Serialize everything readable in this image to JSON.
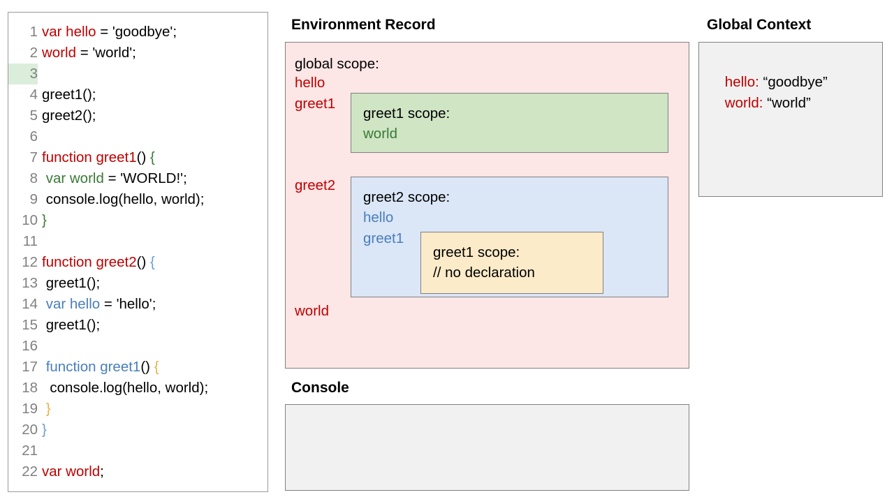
{
  "editor": {
    "lines": [
      {
        "num": "1",
        "highlight": false,
        "indent": 0,
        "tokens": [
          {
            "t": "var hello",
            "c": "red"
          },
          {
            "t": " = 'goodbye';",
            "c": "black"
          }
        ]
      },
      {
        "num": "2",
        "highlight": false,
        "indent": 0,
        "tokens": [
          {
            "t": "world",
            "c": "red"
          },
          {
            "t": " = 'world';",
            "c": "black"
          }
        ]
      },
      {
        "num": "3",
        "highlight": true,
        "indent": 0,
        "tokens": []
      },
      {
        "num": "4",
        "highlight": false,
        "indent": 0,
        "tokens": [
          {
            "t": "greet1();",
            "c": "black"
          }
        ]
      },
      {
        "num": "5",
        "highlight": false,
        "indent": 0,
        "tokens": [
          {
            "t": "greet2();",
            "c": "black"
          }
        ]
      },
      {
        "num": "6",
        "highlight": false,
        "indent": 0,
        "tokens": []
      },
      {
        "num": "7",
        "highlight": false,
        "indent": 0,
        "tokens": [
          {
            "t": "function greet1",
            "c": "red"
          },
          {
            "t": "() ",
            "c": "black"
          },
          {
            "t": "{",
            "c": "brace-green"
          }
        ]
      },
      {
        "num": "8",
        "highlight": false,
        "indent": 1,
        "tokens": [
          {
            "t": "var world",
            "c": "green"
          },
          {
            "t": " = 'WORLD!';",
            "c": "black"
          }
        ]
      },
      {
        "num": "9",
        "highlight": false,
        "indent": 1,
        "tokens": [
          {
            "t": "console.log(hello, world);",
            "c": "black"
          }
        ]
      },
      {
        "num": "10",
        "highlight": false,
        "indent": 0,
        "tokens": [
          {
            "t": "}",
            "c": "brace-green"
          }
        ]
      },
      {
        "num": "11",
        "highlight": false,
        "indent": 0,
        "tokens": []
      },
      {
        "num": "12",
        "highlight": false,
        "indent": 0,
        "tokens": [
          {
            "t": "function greet2",
            "c": "red"
          },
          {
            "t": "() ",
            "c": "black"
          },
          {
            "t": "{",
            "c": "brace-blue"
          }
        ]
      },
      {
        "num": "13",
        "highlight": false,
        "indent": 1,
        "tokens": [
          {
            "t": "greet1();",
            "c": "black"
          }
        ]
      },
      {
        "num": "14",
        "highlight": false,
        "indent": 1,
        "tokens": [
          {
            "t": "var hello",
            "c": "blue"
          },
          {
            "t": " = 'hello';",
            "c": "black"
          }
        ]
      },
      {
        "num": "15",
        "highlight": false,
        "indent": 1,
        "tokens": [
          {
            "t": "greet1();",
            "c": "black"
          }
        ]
      },
      {
        "num": "16",
        "highlight": false,
        "indent": 0,
        "tokens": []
      },
      {
        "num": "17",
        "highlight": false,
        "indent": 1,
        "tokens": [
          {
            "t": "function greet1",
            "c": "blue"
          },
          {
            "t": "() ",
            "c": "black"
          },
          {
            "t": "{",
            "c": "brace-orange"
          }
        ]
      },
      {
        "num": "18",
        "highlight": false,
        "indent": 1,
        "tokens": [
          {
            "t": " console.log(hello, world);",
            "c": "black"
          }
        ]
      },
      {
        "num": "19",
        "highlight": false,
        "indent": 1,
        "tokens": [
          {
            "t": "}",
            "c": "brace-orange"
          }
        ]
      },
      {
        "num": "20",
        "highlight": false,
        "indent": 0,
        "tokens": [
          {
            "t": "}",
            "c": "brace-blue"
          }
        ]
      },
      {
        "num": "21",
        "highlight": false,
        "indent": 0,
        "tokens": []
      },
      {
        "num": "22",
        "highlight": false,
        "indent": 0,
        "tokens": [
          {
            "t": "var world",
            "c": "red"
          },
          {
            "t": ";",
            "c": "black"
          }
        ]
      }
    ],
    "highlight_color": "#dbeedb"
  },
  "environment_record": {
    "title": "Environment Record",
    "global_scope": {
      "label": "global scope:",
      "bindings_before": [
        "hello",
        "greet1"
      ],
      "binding_greet2": "greet2",
      "binding_world": "world",
      "background": "#fce6e6"
    },
    "greet1_scope": {
      "label": "greet1 scope:",
      "bindings": [
        "world"
      ],
      "background": "#cfe5c4"
    },
    "greet2_scope": {
      "label": "greet2 scope:",
      "bindings": [
        "hello",
        "greet1"
      ],
      "background": "#dbe6f7"
    },
    "greet1_inner_scope": {
      "label": "greet1 scope:",
      "note": "// no declaration",
      "background": "#fcebc9"
    }
  },
  "console": {
    "title": "Console",
    "lines": [],
    "background": "#f1f1f1"
  },
  "global_context": {
    "title": "Global Context",
    "background": "#f1f1f1",
    "entries": [
      {
        "key": "hello:",
        "value": " “goodbye”"
      },
      {
        "key": "world:",
        "value": " “world”"
      }
    ]
  }
}
